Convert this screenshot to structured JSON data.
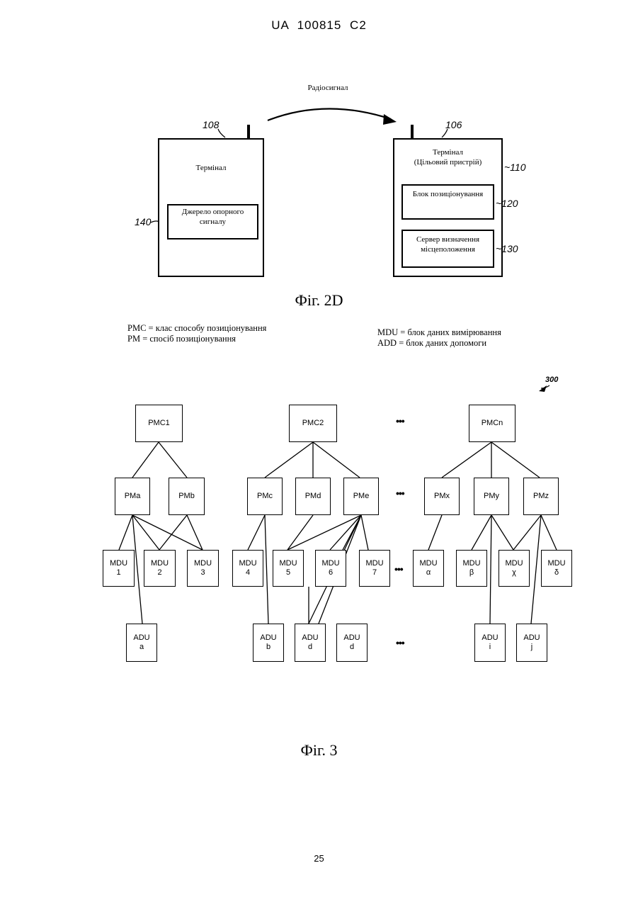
{
  "header": {
    "text": "UA   100815   C2"
  },
  "fig2d": {
    "signal_label": "Радіосигнал",
    "left_terminal": {
      "ref": "108",
      "title": "Термінал",
      "inner": {
        "ref": "140",
        "text": "Джерело опорного сигналу"
      }
    },
    "right_terminal": {
      "ref": "106",
      "title": "Термінал\n(Цільовий пристрій)",
      "side_ref": "~110",
      "block1": {
        "ref": "~120",
        "text": "Блок позиціонування"
      },
      "block2": {
        "ref": "~130",
        "text": "Сервер визначення\nмісцеположення"
      }
    },
    "caption": "Фіг. 2D"
  },
  "legend": {
    "left": "PMC = клас способу позиціонування\nPM = спосіб позиціонування",
    "right": "MDU = блок даних вимірювання\nADD = блок даних допомоги"
  },
  "fig3": {
    "ref": "300",
    "pmc": [
      "PMC1",
      "PMC2",
      "PMCn"
    ],
    "pm": [
      "PMa",
      "PMb",
      "PMc",
      "PMd",
      "PMe",
      "PMx",
      "PMy",
      "PMz"
    ],
    "mdu": [
      {
        "l1": "MDU",
        "l2": "1"
      },
      {
        "l1": "MDU",
        "l2": "2"
      },
      {
        "l1": "MDU",
        "l2": "3"
      },
      {
        "l1": "MDU",
        "l2": "4"
      },
      {
        "l1": "MDU",
        "l2": "5"
      },
      {
        "l1": "MDU",
        "l2": "6"
      },
      {
        "l1": "MDU",
        "l2": "7"
      },
      {
        "l1": "MDU",
        "l2": "α"
      },
      {
        "l1": "MDU",
        "l2": "β"
      },
      {
        "l1": "MDU",
        "l2": "χ"
      },
      {
        "l1": "MDU",
        "l2": "δ"
      }
    ],
    "adu": [
      {
        "l1": "ADU",
        "l2": "a"
      },
      {
        "l1": "ADU",
        "l2": "b"
      },
      {
        "l1": "ADU",
        "l2": "d"
      },
      {
        "l1": "ADU",
        "l2": "d"
      },
      {
        "l1": "ADU",
        "l2": "i"
      },
      {
        "l1": "ADU",
        "l2": "j"
      }
    ],
    "ellipsis": "•••",
    "caption": "Фіг. 3"
  },
  "page_number": "25"
}
